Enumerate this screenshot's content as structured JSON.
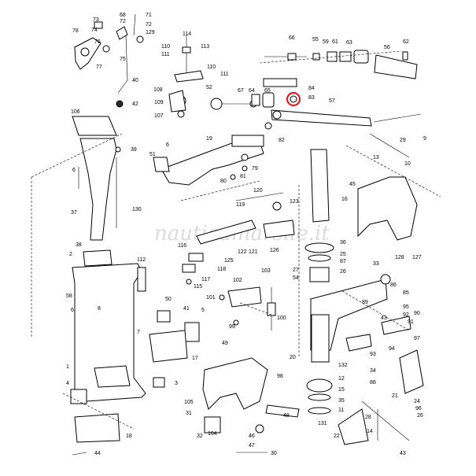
{
  "watermark": "nauticamarsile.it",
  "highlight": {
    "color": "#e02020",
    "part": "83"
  },
  "labels": {
    "l68": "68",
    "l73": "73",
    "l72": "72",
    "l74": "74",
    "l129": "129",
    "l71": "71",
    "l78": "78",
    "l76": "76",
    "l75": "75",
    "l77": "77",
    "l40": "40",
    "l42": "42",
    "l114": "114",
    "l113": "113",
    "l110a": "110",
    "l111a": "111",
    "l110b": "110",
    "l111b": "111",
    "l108": "108",
    "l109": "109",
    "l107": "107",
    "l52": "52",
    "l66": "66",
    "l55": "55",
    "l59": "59",
    "l61": "61",
    "l63": "63",
    "l62": "62",
    "l56": "56",
    "l67": "67",
    "l64": "64",
    "l65": "65",
    "l84": "84",
    "l83": "83",
    "l57": "57",
    "l82": "82",
    "l106": "106",
    "l39": "39",
    "l6a": "6",
    "l51": "51",
    "l19": "19",
    "l79": "79",
    "l81": "81",
    "l80": "80",
    "l120": "120",
    "l123": "123",
    "l119": "119",
    "l122": "122",
    "l121": "121",
    "l126": "126",
    "l125": "125",
    "l118": "118",
    "l116": "116",
    "l117": "117",
    "l115": "115",
    "l37": "37",
    "l130": "130",
    "l38": "38",
    "l2": "2",
    "l112": "112",
    "l58": "58",
    "l6b": "6",
    "l8": "8",
    "l1": "1",
    "l50": "50",
    "l41": "41",
    "l5": "5",
    "l7": "7",
    "l17": "17",
    "l3": "3",
    "l4": "4",
    "l18": "18",
    "l44": "44",
    "l29": "29",
    "l9": "9",
    "l13": "13",
    "l10": "10",
    "l45": "45",
    "l16": "16",
    "l128": "128",
    "l127": "127",
    "l25": "25",
    "l87": "87",
    "l26": "26",
    "l27": "27",
    "l54": "54",
    "l33": "33",
    "l86": "86",
    "l85": "85",
    "l89": "89",
    "l95": "95",
    "l92": "92",
    "l90": "90",
    "l91": "91",
    "l43a": "43",
    "l97": "97",
    "l94": "94",
    "l93": "93",
    "l99": "99",
    "l102": "102",
    "l103": "103",
    "l101": "101",
    "l100": "100",
    "l20": "20",
    "l132": "132",
    "l34": "34",
    "l88": "88",
    "l49": "49",
    "l98": "98",
    "l48": "48",
    "l12": "12",
    "l15": "15",
    "l35": "35",
    "l11": "11",
    "l105": "105",
    "l31": "31",
    "l32": "32",
    "l104": "104",
    "l96": "96",
    "l21": "21",
    "l28": "28",
    "l131": "131",
    "l22": "22",
    "l46": "46",
    "l47": "47",
    "l30": "30",
    "l43b": "43",
    "l36": "36",
    "l14": "14",
    "l24": "24"
  }
}
